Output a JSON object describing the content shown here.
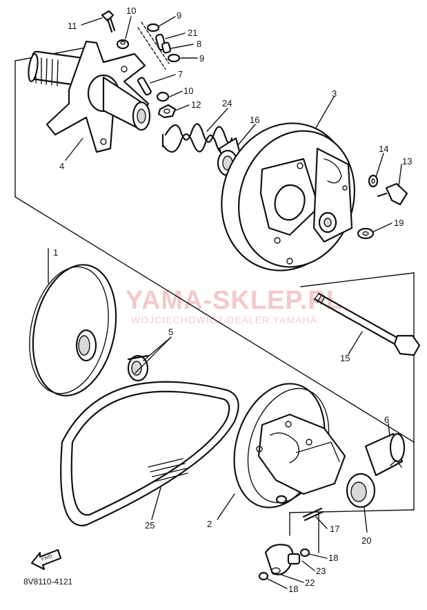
{
  "diagram": {
    "code": "8V8110-4121",
    "fwd_label": "FWD",
    "watermark": {
      "title": "YAMA-SKLEP.PL",
      "subtitle": "WOJCIECHOWICZ DEALER YAMAHA"
    },
    "callouts": [
      {
        "id": "c11",
        "text": "11"
      },
      {
        "id": "c10a",
        "text": "10"
      },
      {
        "id": "c9a",
        "text": "9"
      },
      {
        "id": "c21",
        "text": "21"
      },
      {
        "id": "c8",
        "text": "8"
      },
      {
        "id": "c9b",
        "text": "9"
      },
      {
        "id": "c7",
        "text": "7"
      },
      {
        "id": "c10b",
        "text": "10"
      },
      {
        "id": "c12",
        "text": "12"
      },
      {
        "id": "c24",
        "text": "24"
      },
      {
        "id": "c16",
        "text": "16"
      },
      {
        "id": "c3",
        "text": "3"
      },
      {
        "id": "c4",
        "text": "4"
      },
      {
        "id": "c14",
        "text": "14"
      },
      {
        "id": "c13",
        "text": "13"
      },
      {
        "id": "c19",
        "text": "19"
      },
      {
        "id": "c1",
        "text": "1"
      },
      {
        "id": "c5",
        "text": "5"
      },
      {
        "id": "c15",
        "text": "15"
      },
      {
        "id": "c6",
        "text": "6"
      },
      {
        "id": "c25",
        "text": "25"
      },
      {
        "id": "c2",
        "text": "2"
      },
      {
        "id": "c17",
        "text": "17"
      },
      {
        "id": "c20",
        "text": "20"
      },
      {
        "id": "c18a",
        "text": "18"
      },
      {
        "id": "c23",
        "text": "23"
      },
      {
        "id": "c22",
        "text": "22"
      },
      {
        "id": "c18b",
        "text": "18"
      }
    ]
  }
}
